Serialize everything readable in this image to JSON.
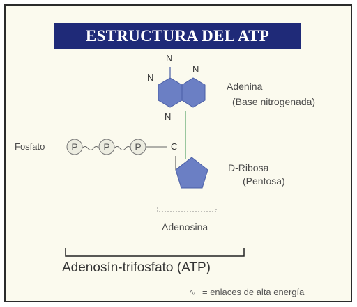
{
  "title": "ESTRUCTURA DEL ATP",
  "adenine": {
    "name": "Adenina",
    "description": "(Base nitrogenada)"
  },
  "ribose": {
    "name": "D-Ribosa",
    "description": "(Pentosa)"
  },
  "phosphate": {
    "label": "Fosfato",
    "symbol": "P"
  },
  "atoms": {
    "n1": "N",
    "n2": "N",
    "n3": "N",
    "n4": "N",
    "c": "C"
  },
  "adenosine_label": "Adenosina",
  "atp_label": "Adenosín-trifosfato  (ATP)",
  "legend": {
    "symbol": "∿",
    "text": "= enlaces de alta energía"
  },
  "colors": {
    "title_bg": "#1f2a78",
    "ring": "#6b7fc4",
    "background": "#fbfaee"
  }
}
